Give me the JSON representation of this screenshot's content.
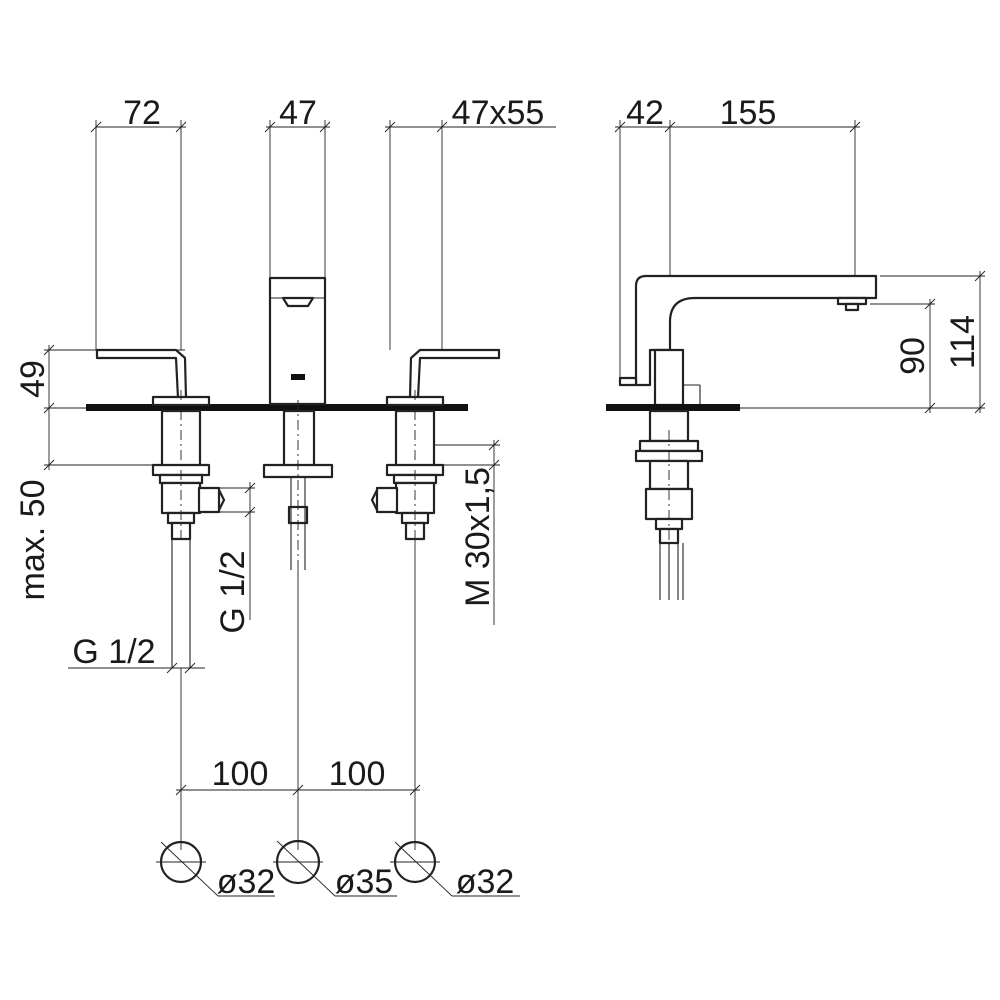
{
  "front_view": {
    "dim_handle_width": "72",
    "dim_spout_width": "47",
    "dim_spout_section": "47x55",
    "dim_handle_height": "49",
    "dim_max_thickness": "max. 50",
    "dim_thread_left": "G 1/2",
    "dim_thread_right": "G 1/2",
    "dim_mount_thread": "M 30x1,5",
    "dim_spacing_left": "100",
    "dim_spacing_right": "100"
  },
  "holes": {
    "left_diameter": "ø32",
    "center_diameter": "ø35",
    "right_diameter": "ø32"
  },
  "side_view": {
    "dim_lever_offset": "42",
    "dim_spout_reach": "155",
    "dim_outlet_height": "90",
    "dim_total_height": "114"
  }
}
